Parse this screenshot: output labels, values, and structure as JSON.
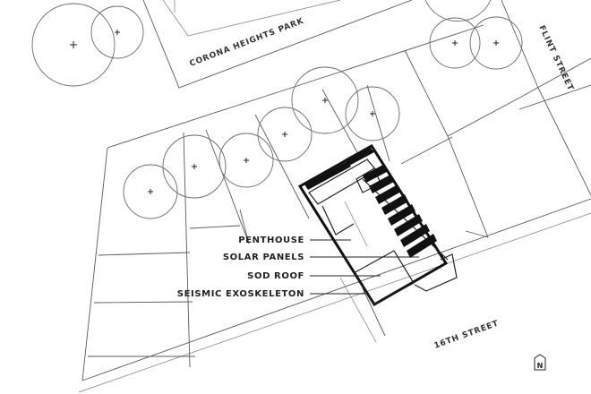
{
  "streets": {
    "park": "CORONA HEIGHTS PARK",
    "flint": "FLINT STREET",
    "sixteenth": "16TH STREET"
  },
  "callouts": [
    {
      "id": "penthouse",
      "label": "PENTHOUSE"
    },
    {
      "id": "solar-panels",
      "label": "SOLAR PANELS"
    },
    {
      "id": "sod-roof",
      "label": "SOD ROOF"
    },
    {
      "id": "seismic-exoskeleton",
      "label": "SEISMIC EXOSKELETON"
    }
  ],
  "north_arrow": {
    "label": "N"
  }
}
